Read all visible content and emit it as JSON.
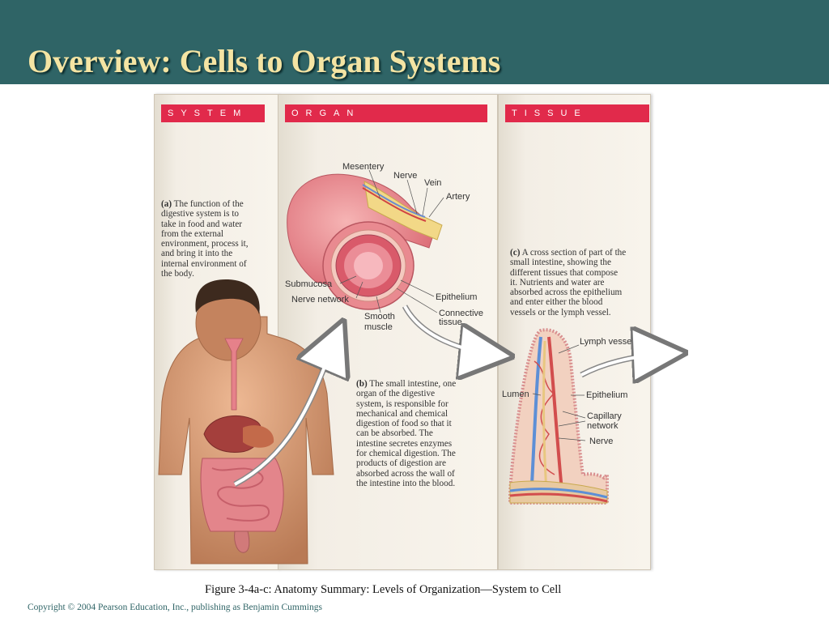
{
  "slide": {
    "title": "Overview: Cells to Organ Systems",
    "figure_caption": "Figure 3-4a-c: Anatomy Summary: Levels of Organization—System to Cell",
    "copyright": "Copyright © 2004 Pearson Education, Inc., publishing as Benjamin Cummings"
  },
  "figure": {
    "system": {
      "header": "SYSTEM",
      "caption_tag": "(a)",
      "caption_lines": [
        "The function of the",
        "digestive system is to",
        "take in food and water",
        "from the external",
        "environment, process it,",
        "and bring it into the",
        "internal environment of",
        "the body."
      ]
    },
    "organ": {
      "header": "ORGAN",
      "caption_tag": "(b)",
      "caption_lines": [
        "The small intestine, one",
        "organ of the digestive",
        "system, is responsible for",
        "mechanical and chemical",
        "digestion of food so that it",
        "can be absorbed. The",
        "intestine secretes enzymes",
        "for chemical digestion. The",
        "products of digestion are",
        "absorbed across the wall of",
        "the intestine into the blood."
      ],
      "labels": {
        "mesentery": "Mesentery",
        "nerve": "Nerve",
        "vein": "Vein",
        "artery": "Artery",
        "submucosa": "Submucosa",
        "nerve_network": "Nerve network",
        "epithelium": "Epithelium",
        "connective_1": "Connective",
        "connective_2": "tissue",
        "smooth_1": "Smooth",
        "smooth_2": "muscle"
      }
    },
    "tissue": {
      "header": "TISSUE",
      "caption_tag": "(c)",
      "caption_lines": [
        "A cross section of part of the",
        "small intestine, showing the",
        "different tissues that compose",
        "it. Nutrients and water are",
        "absorbed across the epithelium",
        "and enter either the blood",
        "vessels or the lymph vessel."
      ],
      "labels": {
        "lymph_vessel": "Lymph vessel",
        "lumen": "Lumen",
        "epithelium": "Epithelium",
        "capillary_1": "Capillary",
        "capillary_2": "network",
        "nerve": "Nerve"
      }
    }
  },
  "colors": {
    "header_band": "#2f6466",
    "title_text": "#f4e4a3",
    "panel_header": "#e12a4b",
    "intestine_pink": "#e97f86",
    "skin": "#d99a72"
  }
}
